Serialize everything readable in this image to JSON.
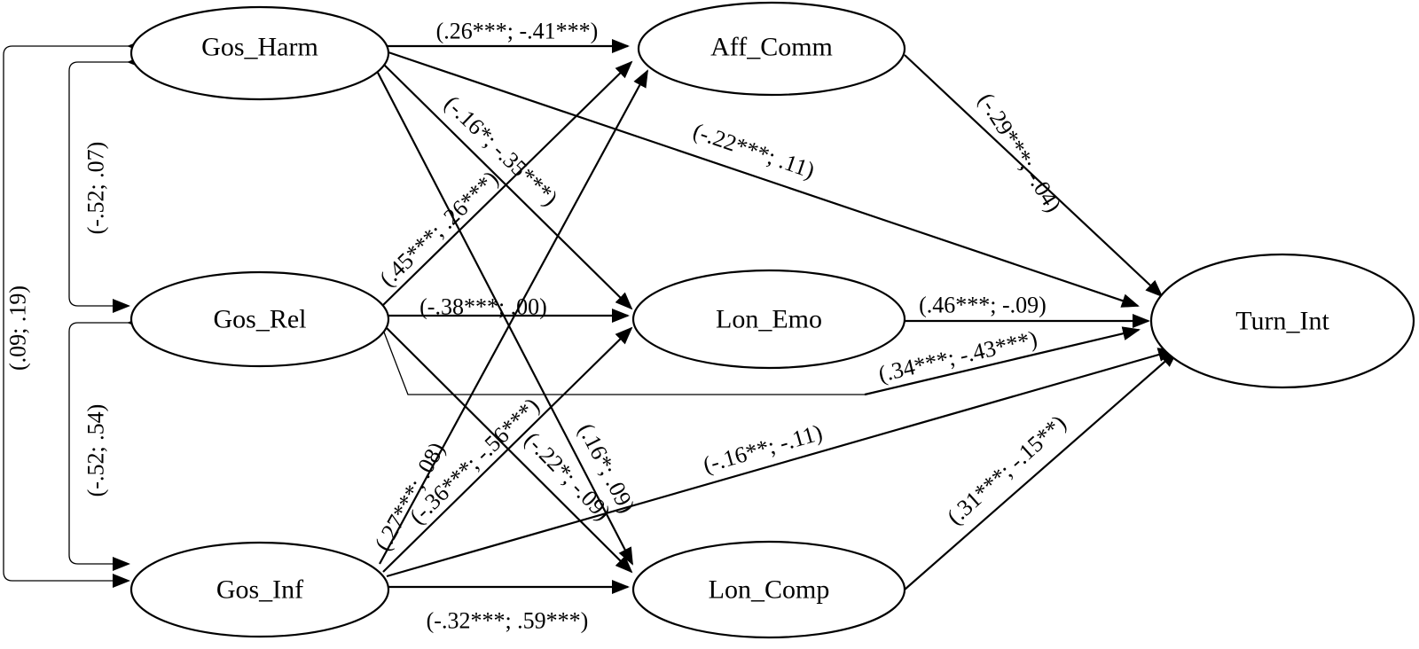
{
  "nodes": [
    {
      "id": "gos_harm",
      "label": "Gos_Harm"
    },
    {
      "id": "gos_rel",
      "label": "Gos_Rel"
    },
    {
      "id": "gos_inf",
      "label": "Gos_Inf"
    },
    {
      "id": "aff_comm",
      "label": "Aff_Comm"
    },
    {
      "id": "lon_emo",
      "label": "Lon_Emo"
    },
    {
      "id": "lon_comp",
      "label": "Lon_Comp"
    },
    {
      "id": "turn_int",
      "label": "Turn_Int"
    }
  ],
  "edges": [
    {
      "id": "harm_aff",
      "from": "gos_harm",
      "to": "aff_comm",
      "label": "(.26***; -.41***)"
    },
    {
      "id": "harm_emo",
      "from": "gos_harm",
      "to": "lon_emo",
      "label": "(-.16*; -.35***)"
    },
    {
      "id": "harm_turn",
      "from": "gos_harm",
      "to": "turn_int",
      "label": "(-.22***; .11)"
    },
    {
      "id": "harm_comp",
      "from": "gos_harm",
      "to": "lon_comp",
      "label": "(.16*; .09)"
    },
    {
      "id": "rel_aff",
      "from": "gos_rel",
      "to": "aff_comm",
      "label": "(.45***; .26***)"
    },
    {
      "id": "rel_emo",
      "from": "gos_rel",
      "to": "lon_emo",
      "label": "(-.38***; .00)"
    },
    {
      "id": "rel_comp",
      "from": "gos_rel",
      "to": "lon_comp",
      "label": "(-.22*; -.09)"
    },
    {
      "id": "rel_turn",
      "from": "gos_rel",
      "to": "turn_int",
      "label": "(.34***; -.43***)"
    },
    {
      "id": "inf_aff",
      "from": "gos_inf",
      "to": "aff_comm",
      "label": "(.27***; .08)"
    },
    {
      "id": "inf_emo",
      "from": "gos_inf",
      "to": "lon_emo",
      "label": "(-.36***; -.56***)"
    },
    {
      "id": "inf_turn",
      "from": "gos_inf",
      "to": "turn_int",
      "label": "(-.16**; -.11)"
    },
    {
      "id": "inf_comp",
      "from": "gos_inf",
      "to": "lon_comp",
      "label": "(-.32***; .59***)"
    },
    {
      "id": "aff_turn",
      "from": "aff_comm",
      "to": "turn_int",
      "label": "(-.29***; -.04)"
    },
    {
      "id": "emo_turn",
      "from": "lon_emo",
      "to": "turn_int",
      "label": "(.46***; -.09)"
    },
    {
      "id": "comp_turn",
      "from": "lon_comp",
      "to": "turn_int",
      "label": "(.31***; -.15**)"
    }
  ],
  "covariances": [
    {
      "id": "cov_harm_rel",
      "between": [
        "gos_harm",
        "gos_rel"
      ],
      "label": "(-.52; .07)"
    },
    {
      "id": "cov_rel_inf",
      "between": [
        "gos_rel",
        "gos_inf"
      ],
      "label": "(-.52; .54)"
    },
    {
      "id": "cov_harm_inf",
      "between": [
        "gos_harm",
        "gos_inf"
      ],
      "label": "(.09; .19)"
    }
  ],
  "colors": {
    "ink": "#000000",
    "background": "#ffffff"
  }
}
